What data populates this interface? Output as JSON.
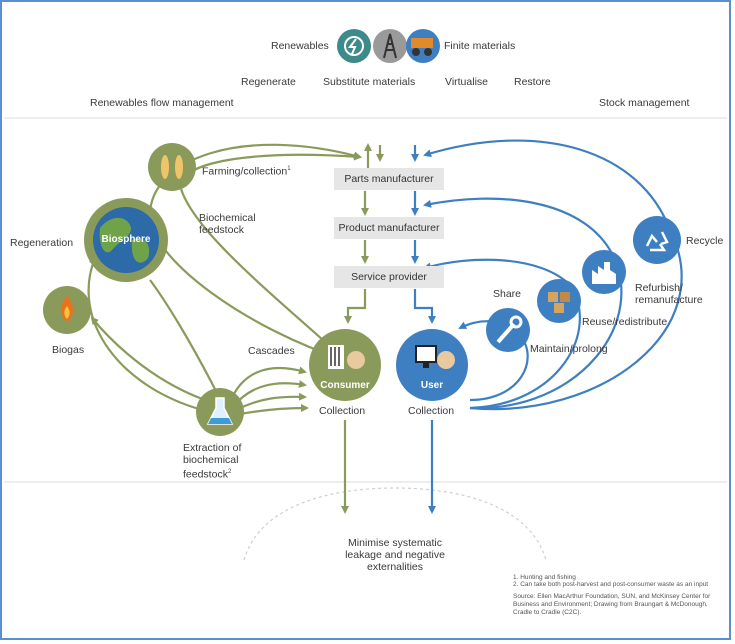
{
  "header": {
    "renewables": "Renewables",
    "finite": "Finite materials",
    "actions": [
      "Regenerate",
      "Substitute materials",
      "Virtualise",
      "Restore"
    ],
    "left_section": "Renewables flow management",
    "right_section": "Stock management"
  },
  "left": {
    "farming": "Farming/collection",
    "farming_sup": "1",
    "biochemical_feedstock": "Biochemical\nfeedstock",
    "regeneration": "Regeneration",
    "biosphere": "Biosphere",
    "biogas": "Biogas",
    "cascades": "Cascades",
    "extraction": "Extraction of\nbiochemical\nfeedstock",
    "extraction_sup": "2"
  },
  "center": {
    "parts": "Parts manufacturer",
    "product": "Product manufacturer",
    "service": "Service provider",
    "consumer": "Consumer",
    "user": "User",
    "collection_left": "Collection",
    "collection_right": "Collection",
    "leakage": "Minimise systematic\nleakage and negative\nexternalities"
  },
  "right": {
    "recycle": "Recycle",
    "refurbish": "Refurbish/\nremanufacture",
    "reuse": "Reuse/redistribute",
    "share": "Share",
    "maintain": "Maintain/prolong"
  },
  "footnotes": {
    "note1": "1. Hunting and fishing",
    "note2": "2. Can take both post-harvest and post-consumer waste as an input",
    "source": "Source: Ellen MacArthur Foundation, SUN, and McKinsey Center for\nBusiness and Environment; Drawing from Braungart & McDonough,\nCradle to Cradle (C2C)."
  },
  "colors": {
    "green": "#8a9a5b",
    "green_dark": "#6f7f45",
    "blue": "#3d7fc1",
    "blue_dark": "#2c6aa8",
    "box": "#e6e6e6",
    "frame": "#5b8fd0"
  }
}
